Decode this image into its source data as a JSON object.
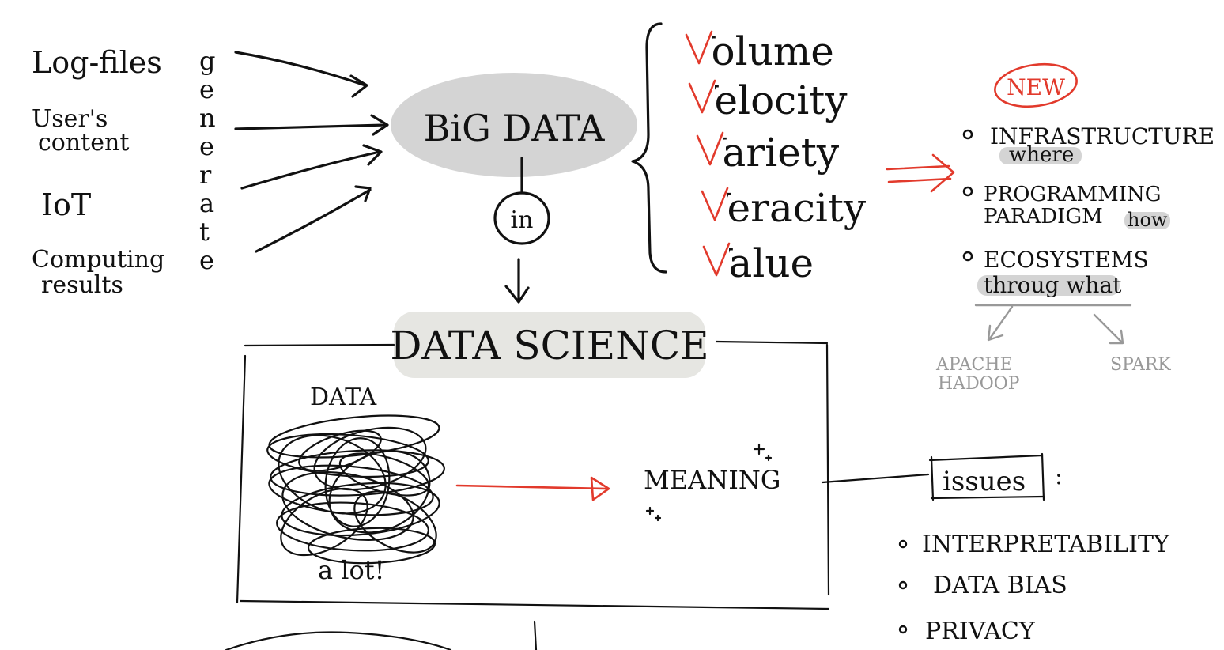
{
  "sources": [
    "Log-files",
    "User's",
    "content",
    "IoT",
    "Computing",
    "results"
  ],
  "generate_letters": [
    "g",
    "e",
    "n",
    "e",
    "r",
    "a",
    "t",
    "e"
  ],
  "big_data": "BiG DATA",
  "in_label": "in",
  "v_list": [
    "Volume",
    "Velocity",
    "Variety",
    "Veracity",
    "Value"
  ],
  "new_badge": "NEW",
  "bullets": [
    {
      "title": "INFRASTRUCTURE",
      "sub": "where"
    },
    {
      "title": "PROGRAMMING",
      "title2": "PARADIGM",
      "sub": "how"
    },
    {
      "title": "ECOSYSTEMS",
      "sub": "throug what"
    }
  ],
  "ecosystems": [
    "APACHE",
    "HADOOP",
    "SPARK"
  ],
  "data_science": "DATA SCIENCE",
  "data_label": "DATA",
  "a_lot": "a lot!",
  "meaning": "MEANING",
  "issues_label": "issues",
  "colon": ":",
  "issues": [
    "INTERPRETABILITY",
    "DATA BIAS",
    "PRIVACY"
  ],
  "colors": {
    "ink": "#111111",
    "red": "#e23a2c",
    "grey": "#999999",
    "highlight": "#d4d4d4",
    "highlight_light": "#e6e6e2"
  }
}
